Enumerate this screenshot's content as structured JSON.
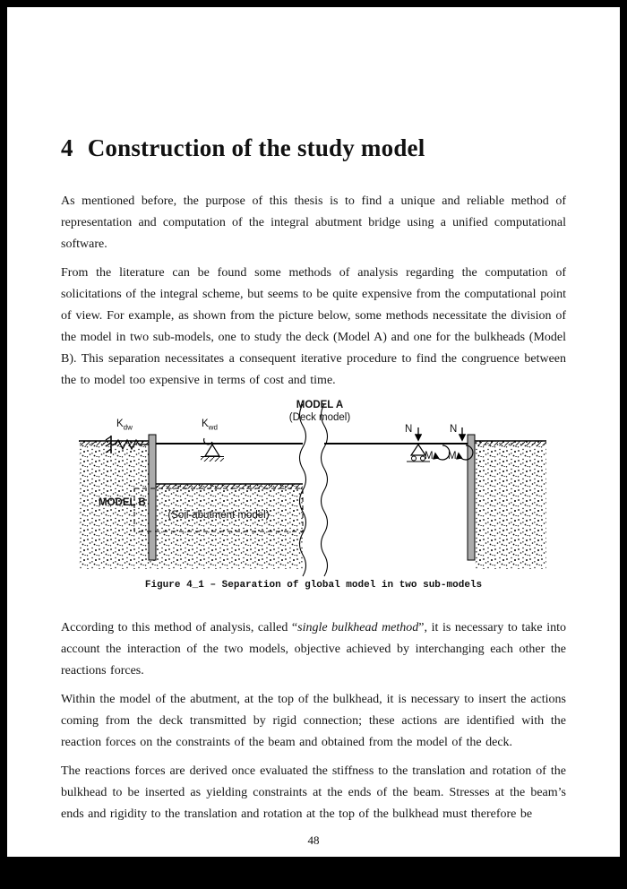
{
  "page": {
    "heading": {
      "number": "4",
      "title": "Construction of the study model"
    },
    "paragraphs": {
      "p1": "As mentioned before, the purpose of this thesis is to find a unique and reliable method of representation and computation of the integral abutment bridge using a unified computational software.",
      "p2": "From the literature can be found some methods of analysis regarding the computation of solicitations of the integral scheme, but seems to be quite expensive from the computational point of view. For example, as shown from the picture below, some methods necessitate the division of the model in two sub-models, one to study the deck (Model A) and one for the bulkheads (Model B). This separation necessitates a consequent iterative procedure to find the congruence between the to model too expensive in terms of cost and time.",
      "p3_before": "According to this method of analysis, called “",
      "p3_italic": "single bulkhead method",
      "p3_after": "”, it is necessary to take into account the interaction of the two models, objective achieved by interchanging each other the reactions forces.",
      "p4": "Within the model of the abutment, at the top of the bulkhead, it is necessary to insert the actions coming from the deck transmitted by rigid connection; these actions are identified with the reaction forces on the constraints of the beam and obtained from the model of the deck.",
      "p5": "The reactions forces are derived once evaluated the stiffness to the translation and rotation of the bulkhead to be inserted as yielding constraints at the ends of the beam. Stresses at the beam’s ends and rigidity to the translation and rotation at the top of the bulkhead must therefore be"
    },
    "figure": {
      "model_a": "MODEL A",
      "model_a_sub": "(Deck model)",
      "model_b": "MODEL B",
      "model_b_sub": "(Soil-abutment model)",
      "k1_main": "K",
      "k1_sub": "dw",
      "k2_main": "K",
      "k2_sub": "wd",
      "n_left": "N",
      "n_right": "N",
      "m_left": "M",
      "m_right": "M",
      "caption": "Figure 4_1 – Separation of global model in two sub-models"
    },
    "page_number": "48"
  }
}
